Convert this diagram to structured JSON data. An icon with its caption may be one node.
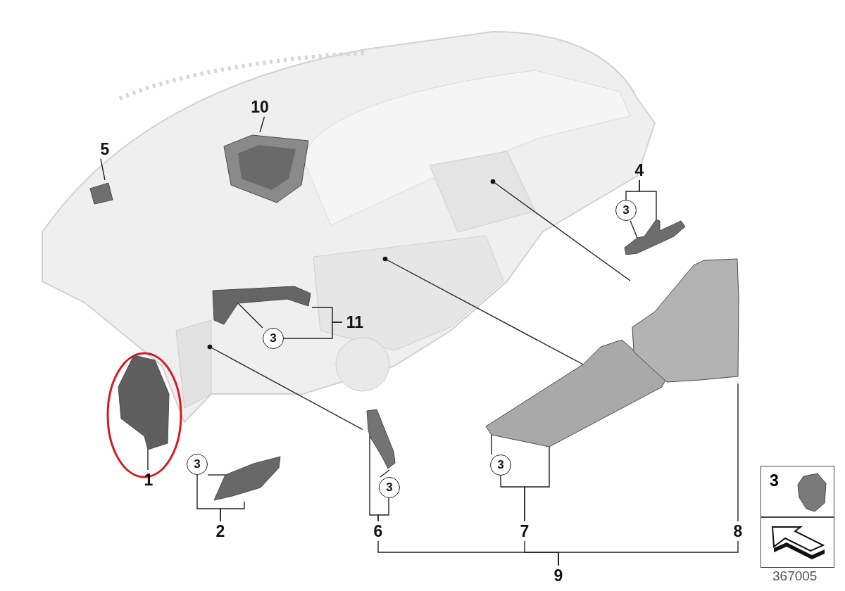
{
  "diagram": {
    "nodes": [
      {
        "text": [
          "1"
        ]
      },
      {
        "text": [],
        "shape": "picture"
      },
      {
        "text": [
          "5"
        ]
      },
      {
        "text": [],
        "shape": "picture"
      },
      {
        "text": [
          "10"
        ]
      },
      {
        "text": [],
        "shape": "picture"
      },
      {
        "text": [
          "4"
        ]
      },
      {
        "text": [
          "3"
        ]
      },
      {
        "text": [],
        "shape": "picture"
      },
      {
        "text": [
          "11"
        ]
      },
      {
        "text": [
          "3"
        ]
      },
      {
        "text": [],
        "shape": "picture"
      },
      {
        "text": [
          "2"
        ]
      },
      {
        "text": [
          "3"
        ]
      },
      {
        "text": [],
        "shape": "picture"
      },
      {
        "text": [
          "6"
        ]
      },
      {
        "text": [
          "3"
        ]
      },
      {
        "text": [],
        "shape": "picture"
      },
      {
        "text": [
          "7"
        ]
      },
      {
        "text": [
          "3"
        ]
      },
      {
        "text": [],
        "shape": "picture"
      },
      {
        "text": [
          "8"
        ]
      },
      {
        "text": [],
        "shape": "picture"
      },
      {
        "text": [
          "9"
        ]
      },
      {
        "text": [
          "3"
        ]
      },
      {
        "text": [],
        "shape": "picture",
        "in": 24
      },
      {
        "text": [],
        "shape": "box"
      }
    ],
    "edges": [
      {
        "from": 0,
        "to": 1,
        "arrow": "none"
      },
      {
        "from": 2,
        "to": 3,
        "arrow": "none"
      },
      {
        "from": 4,
        "to": 5,
        "arrow": "none"
      },
      {
        "from": 6,
        "to": 7,
        "arrow": "none"
      },
      {
        "from": 6,
        "to": 8,
        "arrow": "none"
      },
      {
        "from": 7,
        "to": 8,
        "arrow": "none"
      },
      {
        "from": 9,
        "to": 10,
        "arrow": "none"
      },
      {
        "from": 9,
        "to": 11,
        "arrow": "none"
      },
      {
        "from": 10,
        "to": 11,
        "arrow": "none"
      },
      {
        "from": 12,
        "to": 13,
        "arrow": "none"
      },
      {
        "from": 12,
        "to": 14,
        "arrow": "none"
      },
      {
        "from": 13,
        "to": 14,
        "arrow": "none"
      },
      {
        "from": 15,
        "to": 17,
        "arrow": "none"
      },
      {
        "from": 15,
        "to": 16,
        "arrow": "none"
      },
      {
        "from": 16,
        "to": 17,
        "arrow": "none"
      },
      {
        "from": 17,
        "to": null,
        "arrow": "other"
      },
      {
        "from": 18,
        "to": 19,
        "arrow": "none"
      },
      {
        "from": 18,
        "to": 20,
        "arrow": "none"
      },
      {
        "from": 19,
        "to": 20,
        "arrow": "none"
      },
      {
        "from": 20,
        "to": null,
        "arrow": "other"
      },
      {
        "from": 21,
        "to": 22,
        "arrow": "none"
      },
      {
        "from": 22,
        "to": null,
        "arrow": "other"
      },
      {
        "from": 23,
        "to": 15,
        "arrow": "none"
      },
      {
        "from": 23,
        "to": 18,
        "arrow": "none"
      },
      {
        "from": 23,
        "to": 21,
        "arrow": "none"
      }
    ],
    "labels": [
      "367005"
    ]
  }
}
